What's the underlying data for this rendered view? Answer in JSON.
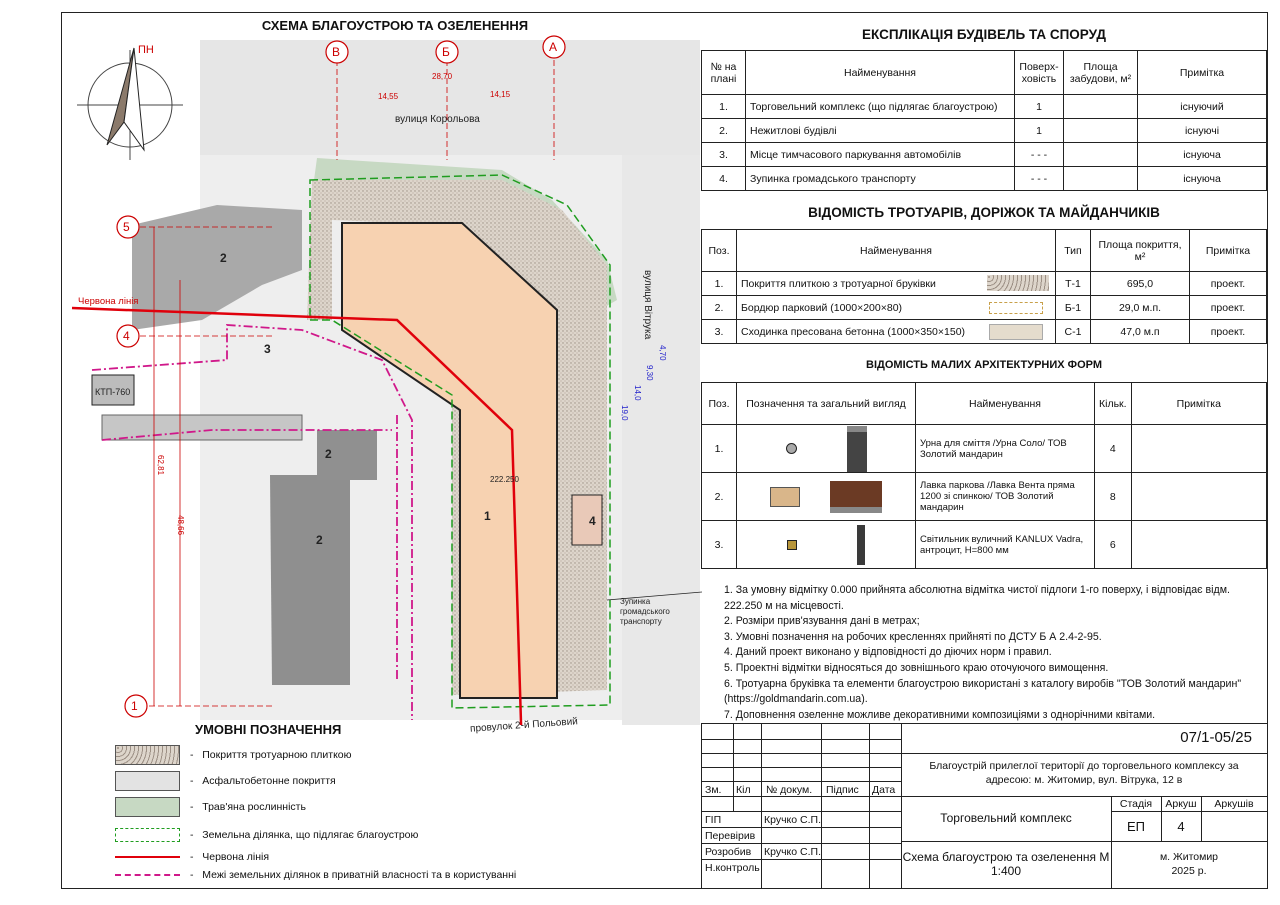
{
  "plan": {
    "title": "СХЕМА БЛАГОУСТРОЮ ТА ОЗЕЛЕНЕННЯ",
    "north": "ПН",
    "axes": [
      "В",
      "Б",
      "А",
      "5",
      "4",
      "1"
    ],
    "street_top": "вулиця Корольова",
    "street_right": "вулиця Вітрука",
    "street_bottom": "провулок 2-й Польовий",
    "red_line_label": "Червона лінія",
    "bus_stop_label": "Зупинка громадського транспорту",
    "center_mark": "222.250",
    "building_labels": [
      "1",
      "2",
      "2",
      "2",
      "3",
      "4"
    ],
    "ktp": "КТП-760",
    "dims": [
      "28,70",
      "14,55",
      "14,15",
      "62,81",
      "48,66",
      "19,0",
      "14,0",
      "9,30",
      "4,70"
    ]
  },
  "expl": {
    "title": "ЕКСПЛІКАЦІЯ БУДІВЕЛЬ ТА СПОРУД",
    "headers": [
      "№ на плані",
      "Найменування",
      "Поверх-ховість",
      "Площа забудови, м²",
      "Примітка"
    ],
    "rows": [
      [
        "1.",
        "Торговельний комплекс (що підлягає благоустрою)",
        "1",
        "",
        "існуючий"
      ],
      [
        "2.",
        "Нежитлові будівлі",
        "1",
        "",
        "існуючі"
      ],
      [
        "3.",
        "Місце тимчасового паркування автомобілів",
        "- - -",
        "",
        "існуюча"
      ],
      [
        "4.",
        "Зупинка громадського транспорту",
        "- - -",
        "",
        "існуюча"
      ]
    ]
  },
  "paths": {
    "title": "ВІДОМІСТЬ ТРОТУАРІВ, ДОРІЖОК ТА МАЙДАНЧИКІВ",
    "headers": [
      "Поз.",
      "Найменування",
      "Тип",
      "Площа покриття, м²",
      "Примітка"
    ],
    "rows": [
      [
        "1.",
        "Покриття плиткою з тротуарної бруківки",
        "Т-1",
        "695,0",
        "проект."
      ],
      [
        "2.",
        "Бордюр парковий (1000×200×80)",
        "Б-1",
        "29,0 м.п.",
        "проект."
      ],
      [
        "3.",
        "Сходинка пресована бетонна (1000×350×150)",
        "С-1",
        "47,0 м.п",
        "проект."
      ]
    ]
  },
  "maf": {
    "title": "ВІДОМІСТЬ МАЛИХ АРХІТЕКТУРНИХ ФОРМ",
    "headers": [
      "Поз.",
      "Позначення та загальний вигляд",
      "Найменування",
      "Кільк.",
      "Примітка"
    ],
    "rows": [
      [
        "1.",
        "Урна для сміття /Урна Соло/ ТОВ Золотий мандарин",
        "4",
        ""
      ],
      [
        "2.",
        "Лавка паркова /Лавка Вента пряма 1200 зі спинкою/ ТОВ Золотий мандарин",
        "8",
        ""
      ],
      [
        "3.",
        "Світильник вуличний KANLUX Vadra, антроцит, H=800 мм",
        "6",
        ""
      ]
    ]
  },
  "notes": [
    "1. За умовну відмітку 0.000 прийнята абсолютна відмітка чистої підлоги 1-го поверху, і відповідає відм. 222.250 м на місцевості.",
    "2. Розміри прив'язування дані в метрах;",
    "3. Умовні позначення на робочих кресленнях прийняті по ДСТУ Б А 2.4-2-95.",
    "4. Даний проект виконано у відповідності до діючих норм і правил.",
    "5. Проектні відмітки відносяться до зовнішнього краю оточуючого вимощення.",
    "6. Тротуарна бруківка та елементи благоустрою використані з каталогу виробів \"ТОВ Золотий мандарин\" (https://goldmandarin.com.ua).",
    "7. Доповнення озеленне можливе декоративними композиціями з однорічними квітами."
  ],
  "legend": {
    "title": "УМОВНІ ПОЗНАЧЕННЯ",
    "items": [
      "Покриття тротуарною плиткою",
      "Асфальтобетонне покриття",
      "Трав'яна рослинність",
      "Земельна ділянка, що підлягає благоустрою",
      "Червона лінія",
      "Межі земельних ділянок в приватній власності та в користуванні"
    ]
  },
  "stamp": {
    "code": "07/1-05/25",
    "project": "Благоустрій прилеглої території до торговельного комплексу за адресою: м. Житомир, вул. Вітрука, 12 в",
    "object": "Торговельний комплекс",
    "sheet_name": "Схема благоустрою та озеленення М 1:400",
    "cols": [
      "Зм.",
      "Кіл",
      "№ докум.",
      "Підпис",
      "Дата"
    ],
    "roles": [
      "ГІП",
      "Перевірив",
      "Розробив",
      "Н.контроль"
    ],
    "names": [
      "Кручко С.П.",
      "",
      "Кручко С.П.",
      ""
    ],
    "stage_label": "Стадія",
    "sheet_label": "Аркуш",
    "sheets_label": "Аркушів",
    "stage": "ЕП",
    "sheet": "4",
    "sheets": "",
    "city": "м. Житомир",
    "year": "2025 р."
  }
}
